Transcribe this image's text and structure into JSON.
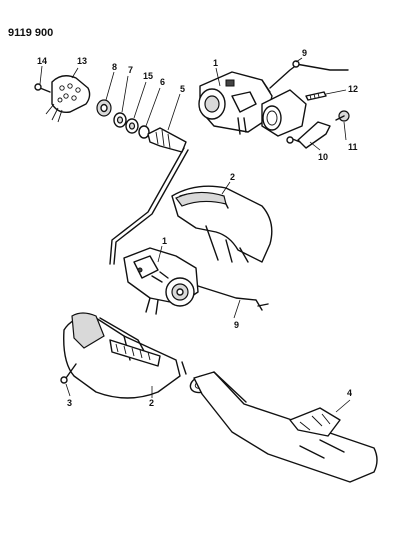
{
  "diagram_code": "9119 900",
  "callouts": {
    "c1_top": "1",
    "c1_mid": "1",
    "c2_top": "2",
    "c2_bot": "2",
    "c3": "3",
    "c4": "4",
    "c5": "5",
    "c6": "6",
    "c7": "7",
    "c8": "8",
    "c9_top": "9",
    "c9_mid": "9",
    "c10": "10",
    "c11": "11",
    "c12": "12",
    "c13": "13",
    "c14": "14",
    "c15": "15"
  }
}
